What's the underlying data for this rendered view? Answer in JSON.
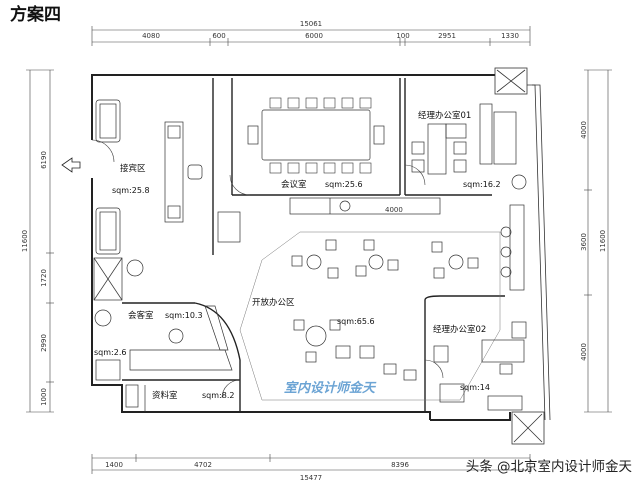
{
  "plan_title": "方案四",
  "dimensions": {
    "top_total": "15061",
    "top_segments": [
      "4080",
      "600",
      "6000",
      "100",
      "2951",
      "1330"
    ],
    "bottom_total": "15477",
    "bottom_segments": [
      "1400",
      "4702",
      "8396"
    ],
    "left_total": "11600",
    "left_segments": [
      "6190",
      "1720",
      "2990",
      "1000"
    ],
    "right_total": "11600",
    "right_segments": [
      "4000",
      "3600",
      "4000"
    ],
    "interior": "4000"
  },
  "rooms": [
    {
      "name": "接宾区",
      "area": "sqm:25.8"
    },
    {
      "name": "会议室",
      "area": "sqm:25.6"
    },
    {
      "name": "经理办公室01",
      "area": "sqm:16.2"
    },
    {
      "name": "会客室",
      "area": "sqm:10.3"
    },
    {
      "name": "开放办公区",
      "area": "sqm:65.6"
    },
    {
      "name": "经理办公室02",
      "area": "sqm:14"
    },
    {
      "name": "资料室",
      "area": "sqm:8.2"
    },
    {
      "name": "",
      "area": "sqm:2.6"
    }
  ],
  "watermark": "室内设计师金天",
  "credit": "头条 @北京室内设计师金天"
}
